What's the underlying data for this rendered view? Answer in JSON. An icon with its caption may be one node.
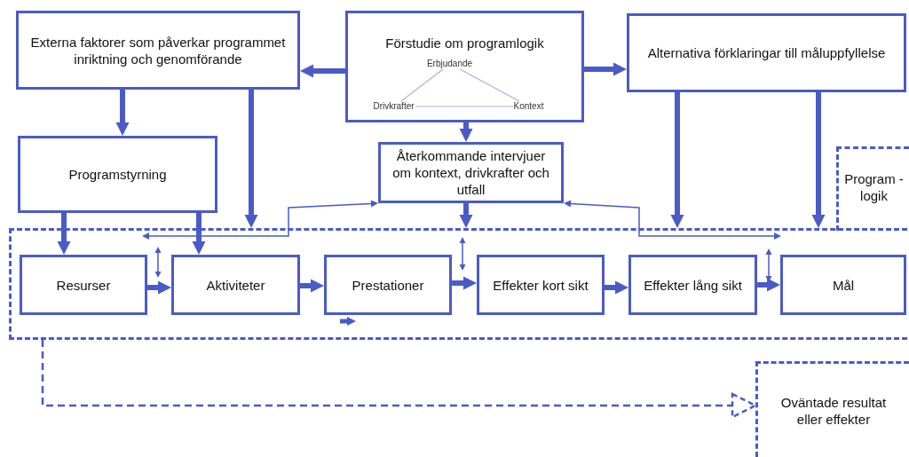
{
  "diagram": {
    "nodes": [
      {
        "text": [
          "Externa faktorer som påverkar programmet inriktning och genomförande"
        ]
      },
      {
        "text": [
          "Förstudie om programlogik"
        ]
      },
      {
        "text": [
          "Erbjudande"
        ],
        "in": 1
      },
      {
        "text": [
          "Drivkrafter"
        ],
        "in": 1
      },
      {
        "text": [
          "Kontext"
        ],
        "in": 1
      },
      {
        "text": [
          "Alternativa förklaringar till måluppfyllelse"
        ]
      },
      {
        "text": [
          "Programstyrning"
        ]
      },
      {
        "text": [
          "Återkommande intervjuer om kontext, drivkrafter och utfall"
        ]
      },
      {
        "text": [
          "Program -logik"
        ]
      },
      {
        "text": [
          "Resurser"
        ],
        "in": 8
      },
      {
        "text": [
          "Aktiviteter"
        ],
        "in": 8
      },
      {
        "text": [
          "Prestationer"
        ],
        "in": 8
      },
      {
        "text": [
          "Effekter kort sikt"
        ],
        "in": 8
      },
      {
        "text": [
          "Effekter lång sikt"
        ],
        "in": 8
      },
      {
        "text": [
          "Mål"
        ],
        "in": 8
      },
      {
        "text": [
          "Oväntade resultat eller effekter"
        ]
      }
    ],
    "edges": [
      {
        "from": 1,
        "to": 0,
        "arrow": "to"
      },
      {
        "from": 1,
        "to": 5,
        "arrow": "to"
      },
      {
        "from": 2,
        "to": 3,
        "arrow": "none",
        "color": "#a9afe6"
      },
      {
        "from": 2,
        "to": 4,
        "arrow": "none",
        "color": "#a9afe6"
      },
      {
        "from": 3,
        "to": 4,
        "arrow": "none",
        "color": "#a9afe6"
      },
      {
        "from": 0,
        "to": 6,
        "arrow": "to"
      },
      {
        "from": 0,
        "to": 8,
        "arrow": "to"
      },
      {
        "from": 1,
        "to": 7,
        "arrow": "to"
      },
      {
        "from": 5,
        "to": 8,
        "arrow": "to"
      },
      {
        "from": 5,
        "to": 8,
        "arrow": "to"
      },
      {
        "from": 7,
        "to": 8,
        "arrow": "to"
      },
      {
        "from": 7,
        "to": 8,
        "arrow": "both"
      },
      {
        "from": 7,
        "to": 8,
        "arrow": "both"
      },
      {
        "from": 6,
        "to": 9,
        "arrow": "to"
      },
      {
        "from": 6,
        "to": 10,
        "arrow": "to"
      },
      {
        "from": 9,
        "to": 10,
        "arrow": "to"
      },
      {
        "from": 10,
        "to": 11,
        "arrow": "to"
      },
      {
        "from": 11,
        "to": 12,
        "arrow": "to"
      },
      {
        "from": 12,
        "to": 13,
        "arrow": "to"
      },
      {
        "from": 13,
        "to": 14,
        "arrow": "to"
      },
      {
        "from": 8,
        "to": 15,
        "arrow": "to",
        "style": "dashed"
      }
    ]
  }
}
